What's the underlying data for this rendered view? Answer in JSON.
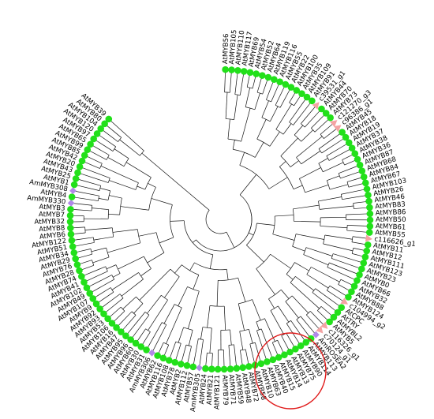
{
  "figure": {
    "description_free": true,
    "tree_layout": "circular",
    "marker_colors": {
      "arabidopsis": "#22e01a",
      "query_gene": "#f4a3a3",
      "ornamental": "#b189e8",
      "highlight_ring": "#e01a1a"
    }
  },
  "leaves": [
    {
      "label": "AtMYB56",
      "type": "arabidopsis"
    },
    {
      "label": "AtMYB105",
      "type": "arabidopsis"
    },
    {
      "label": "AtMYB110",
      "type": "arabidopsis"
    },
    {
      "label": "AtMYB117",
      "type": "arabidopsis"
    },
    {
      "label": "AtMYB69",
      "type": "arabidopsis"
    },
    {
      "label": "AtMYB54",
      "type": "arabidopsis"
    },
    {
      "label": "AtMYB52",
      "type": "arabidopsis"
    },
    {
      "label": "AtMYB64",
      "type": "arabidopsis"
    },
    {
      "label": "AtMYB119",
      "type": "arabidopsis"
    },
    {
      "label": "AtMYB116",
      "type": "arabidopsis"
    },
    {
      "label": "AtMYB55",
      "type": "arabidopsis"
    },
    {
      "label": "AtMYB22",
      "type": "arabidopsis"
    },
    {
      "label": "AtMYB100",
      "type": "arabidopsis"
    },
    {
      "label": "AtMYB35",
      "type": "arabidopsis"
    },
    {
      "label": "AtMYB109",
      "type": "arabidopsis"
    },
    {
      "label": "AtMYB91",
      "type": "arabidopsis"
    },
    {
      "label": "c39531_g1",
      "type": "query_gene"
    },
    {
      "label": "AtMYB44",
      "type": "arabidopsis"
    },
    {
      "label": "AtMYB70",
      "type": "arabidopsis"
    },
    {
      "label": "AtMYB73",
      "type": "arabidopsis"
    },
    {
      "label": "c121270_g3",
      "type": "query_gene"
    },
    {
      "label": "c96386_g1",
      "type": "query_gene"
    },
    {
      "label": "AtMYB45",
      "type": "arabidopsis"
    },
    {
      "label": "AtMYB18",
      "type": "arabidopsis"
    },
    {
      "label": "AtMYB19",
      "type": "arabidopsis"
    },
    {
      "label": "AtMYB37",
      "type": "arabidopsis"
    },
    {
      "label": "AtMYB38",
      "type": "arabidopsis"
    },
    {
      "label": "AtMYB36",
      "type": "arabidopsis"
    },
    {
      "label": "AtMYB87",
      "type": "arabidopsis"
    },
    {
      "label": "AtMYB68",
      "type": "arabidopsis"
    },
    {
      "label": "AtMYB84",
      "type": "arabidopsis"
    },
    {
      "label": "AtMYB67",
      "type": "arabidopsis"
    },
    {
      "label": "AtMYB103",
      "type": "arabidopsis"
    },
    {
      "label": "AtMYB26",
      "type": "arabidopsis"
    },
    {
      "label": "AtMYB46",
      "type": "arabidopsis"
    },
    {
      "label": "AtMYB83",
      "type": "arabidopsis"
    },
    {
      "label": "AtMYB86",
      "type": "arabidopsis"
    },
    {
      "label": "AtMYB50",
      "type": "arabidopsis"
    },
    {
      "label": "AtMYB61",
      "type": "arabidopsis"
    },
    {
      "label": "AtMYB55",
      "type": "arabidopsis"
    },
    {
      "label": "c116626_g1",
      "type": "query_gene"
    },
    {
      "label": "AtMYB11",
      "type": "arabidopsis"
    },
    {
      "label": "AtMYB12",
      "type": "arabidopsis"
    },
    {
      "label": "AtMYB111",
      "type": "arabidopsis"
    },
    {
      "label": "AtMYB123",
      "type": "arabidopsis"
    },
    {
      "label": "AtMYB23",
      "type": "arabidopsis"
    },
    {
      "label": "AtMYB0",
      "type": "arabidopsis"
    },
    {
      "label": "AtMYB66",
      "type": "arabidopsis"
    },
    {
      "label": "AtMYB32",
      "type": "arabidopsis"
    },
    {
      "label": "AtMYB88",
      "type": "arabidopsis"
    },
    {
      "label": "AtMYB124",
      "type": "arabidopsis"
    },
    {
      "label": "c104994_g2",
      "type": "query_gene"
    },
    {
      "label": "AtCPC",
      "type": "arabidopsis"
    },
    {
      "label": "AtTRY",
      "type": "arabidopsis"
    },
    {
      "label": "AtMYBL2",
      "type": "arabidopsis"
    },
    {
      "label": "AtMYB5",
      "type": "arabidopsis"
    },
    {
      "label": "c116326_g1",
      "type": "query_gene"
    },
    {
      "label": "c70124_g1",
      "type": "query_gene"
    },
    {
      "label": "AmROSEA2",
      "type": "ornamental"
    },
    {
      "label": "AtMYB113",
      "type": "arabidopsis"
    },
    {
      "label": "AtMYB114",
      "type": "arabidopsis"
    },
    {
      "label": "AtMYB90",
      "type": "arabidopsis"
    },
    {
      "label": "AtMYB75",
      "type": "arabidopsis"
    },
    {
      "label": "AtMYB13",
      "type": "arabidopsis"
    },
    {
      "label": "AtMYB14",
      "type": "arabidopsis"
    },
    {
      "label": "AtMYB15",
      "type": "arabidopsis"
    },
    {
      "label": "AtMYB40",
      "type": "arabidopsis"
    },
    {
      "label": "AtMYB63",
      "type": "arabidopsis"
    },
    {
      "label": "AtMYB10",
      "type": "arabidopsis"
    },
    {
      "label": "AtMYB58",
      "type": "arabidopsis"
    },
    {
      "label": "AtMYB72",
      "type": "arabidopsis"
    },
    {
      "label": "AtMYB48",
      "type": "arabidopsis"
    },
    {
      "label": "AtMYB59",
      "type": "arabidopsis"
    },
    {
      "label": "AtMYB71",
      "type": "arabidopsis"
    },
    {
      "label": "AtMYB79",
      "type": "arabidopsis"
    },
    {
      "label": "AtMYB121",
      "type": "arabidopsis"
    },
    {
      "label": "AtMYB21",
      "type": "arabidopsis"
    },
    {
      "label": "AtMYB24",
      "type": "arabidopsis"
    },
    {
      "label": "AmMYB305",
      "type": "ornamental"
    },
    {
      "label": "AtMYB57",
      "type": "arabidopsis"
    },
    {
      "label": "AtMYB112",
      "type": "arabidopsis"
    },
    {
      "label": "AtMYB2",
      "type": "arabidopsis"
    },
    {
      "label": "AtMYB78",
      "type": "arabidopsis"
    },
    {
      "label": "AtMYB108",
      "type": "arabidopsis"
    },
    {
      "label": "AtMYB116",
      "type": "arabidopsis"
    },
    {
      "label": "AtMYB62",
      "type": "arabidopsis"
    },
    {
      "label": "AmMYB306",
      "type": "ornamental"
    },
    {
      "label": "AtMYB31",
      "type": "arabidopsis"
    },
    {
      "label": "AtMYB30",
      "type": "arabidopsis"
    },
    {
      "label": "AtMYB60",
      "type": "arabidopsis"
    },
    {
      "label": "AtMYB96",
      "type": "arabidopsis"
    },
    {
      "label": "AtMYB95",
      "type": "arabidopsis"
    },
    {
      "label": "AtMYB47",
      "type": "arabidopsis"
    },
    {
      "label": "AtMYB16",
      "type": "arabidopsis"
    },
    {
      "label": "AtMYB106",
      "type": "arabidopsis"
    },
    {
      "label": "AtMYB53",
      "type": "arabidopsis"
    },
    {
      "label": "AtMYB93",
      "type": "arabidopsis"
    },
    {
      "label": "AtMYB92",
      "type": "arabidopsis"
    },
    {
      "label": "AtMYB9",
      "type": "arabidopsis"
    },
    {
      "label": "AtMYB107",
      "type": "arabidopsis"
    },
    {
      "label": "AtMYB49",
      "type": "arabidopsis"
    },
    {
      "label": "AtMYB102",
      "type": "arabidopsis"
    },
    {
      "label": "AtMYB41",
      "type": "arabidopsis"
    },
    {
      "label": "AtMYB74",
      "type": "arabidopsis"
    },
    {
      "label": "AtMYB28",
      "type": "arabidopsis"
    },
    {
      "label": "AtMYB76",
      "type": "arabidopsis"
    },
    {
      "label": "AtMYB29",
      "type": "arabidopsis"
    },
    {
      "label": "AtMYB34",
      "type": "arabidopsis"
    },
    {
      "label": "AtMYB51",
      "type": "arabidopsis"
    },
    {
      "label": "AtMYB122",
      "type": "arabidopsis"
    },
    {
      "label": "AtMYB6",
      "type": "arabidopsis"
    },
    {
      "label": "AtMYB8",
      "type": "arabidopsis"
    },
    {
      "label": "AtMYB32",
      "type": "arabidopsis"
    },
    {
      "label": "AtMYB7",
      "type": "arabidopsis"
    },
    {
      "label": "AtMYB3",
      "type": "arabidopsis"
    },
    {
      "label": "AmMYB330",
      "type": "ornamental"
    },
    {
      "label": "AtMYB4",
      "type": "arabidopsis"
    },
    {
      "label": "AmMYB308",
      "type": "ornamental"
    },
    {
      "label": "AtMYB1",
      "type": "arabidopsis"
    },
    {
      "label": "AtMYB25",
      "type": "arabidopsis"
    },
    {
      "label": "AtMYB43",
      "type": "arabidopsis"
    },
    {
      "label": "AtMYB20",
      "type": "arabidopsis"
    },
    {
      "label": "AtMYB42",
      "type": "arabidopsis"
    },
    {
      "label": "AtMYB85",
      "type": "arabidopsis"
    },
    {
      "label": "AtMYB99",
      "type": "arabidopsis"
    },
    {
      "label": "AtMYB65",
      "type": "arabidopsis"
    },
    {
      "label": "AtMYB97",
      "type": "arabidopsis"
    },
    {
      "label": "AtMYB120",
      "type": "arabidopsis"
    },
    {
      "label": "AtMYB104",
      "type": "arabidopsis"
    },
    {
      "label": "AtMYB80",
      "type": "arabidopsis"
    },
    {
      "label": "AtMYB39",
      "type": "arabidopsis"
    }
  ]
}
